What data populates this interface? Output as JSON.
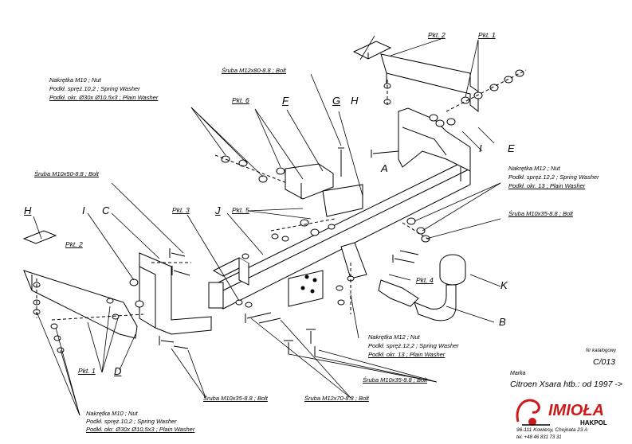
{
  "callouts": {
    "pkt2_top": "Pkt. 2",
    "pkt1_top": "Pkt. 1",
    "sruba_m12x80": "Śruba M12x80-8.8 ; Bolt",
    "nut_m10": "Nakrętka M10 ; Nut",
    "spring_m10": "Podkł. spręż.10,2 ; Spring Washer",
    "plain_m10": "Podkł. okr. Ø30x Ø10,5x3 ; Plain Washer",
    "pkt6": "Pkt. 6",
    "letter_f": "F",
    "letter_g": "G",
    "letter_h_top": "H",
    "letter_e": "E",
    "letter_i_right": "I",
    "letter_a": "A",
    "nut_m12_right": "Nakrętka  M12 ; Nut",
    "spring_m12_right": "Podkł. spręż.12,2 ; Spring Washer",
    "plain_m12_right": "Podkł. okr. 13 ; Plain Washer",
    "sruba_m10x50": "Śruba M10x50-8.8 ; Bolt",
    "sruba_m10x35_right": "Śruba M10x35-8.8 ; Bolt",
    "letter_h_left": "H",
    "letter_i_left": "I",
    "letter_c": "C",
    "pkt3": "Pkt. 3",
    "letter_j": "J",
    "pkt5": "Pkt. 5",
    "pkt2_left": "Pkt. 2",
    "pkt4": "Pkt. 4",
    "letter_k": "K",
    "letter_b": "B",
    "nut_m12_bottom": "Nakrętka  M12 ; Nut",
    "spring_m12_bottom": "Podkł. spręż.12,2 ; Spring Washer",
    "plain_m12_bottom": "Podkł. okr. 13 ; Plain Washer",
    "pkt1_left": "Pkt. 1",
    "letter_d": "D",
    "sruba_m10x35_mid": "Śruba M10x35-8.8 ;  Bolt",
    "sruba_m10x35_left": "Śruba M10x35-8.8 ;  Bolt",
    "sruba_m12x70": "Śruba M12x70-8.8 ;  Bolt",
    "nut_m10_bottom": "Nakrętka  M10 ; Nut",
    "spring_m10_bottom": "Podkł. spręż.10,2 ; Spring Washer",
    "plain_m10_bottom": "Podkł. okr. Ø30x Ø10,5x3 ; Plain Washer"
  },
  "info": {
    "catalog_label": "Nr katalogowy",
    "catalog_number": "C/013",
    "brand_label": "Marka",
    "vehicle": "Citroen Xsara  htb.:  od 1997 ->",
    "logo_text": "IMIOŁA",
    "logo_sub": "HAKPOL",
    "address": "96-111 Kowiesy, Chojnata 23 A",
    "phone": "tel. +48 46 831 73 31"
  },
  "colors": {
    "ink": "#000000",
    "logo_red": "#cc1a1a",
    "paper": "#ffffff"
  }
}
